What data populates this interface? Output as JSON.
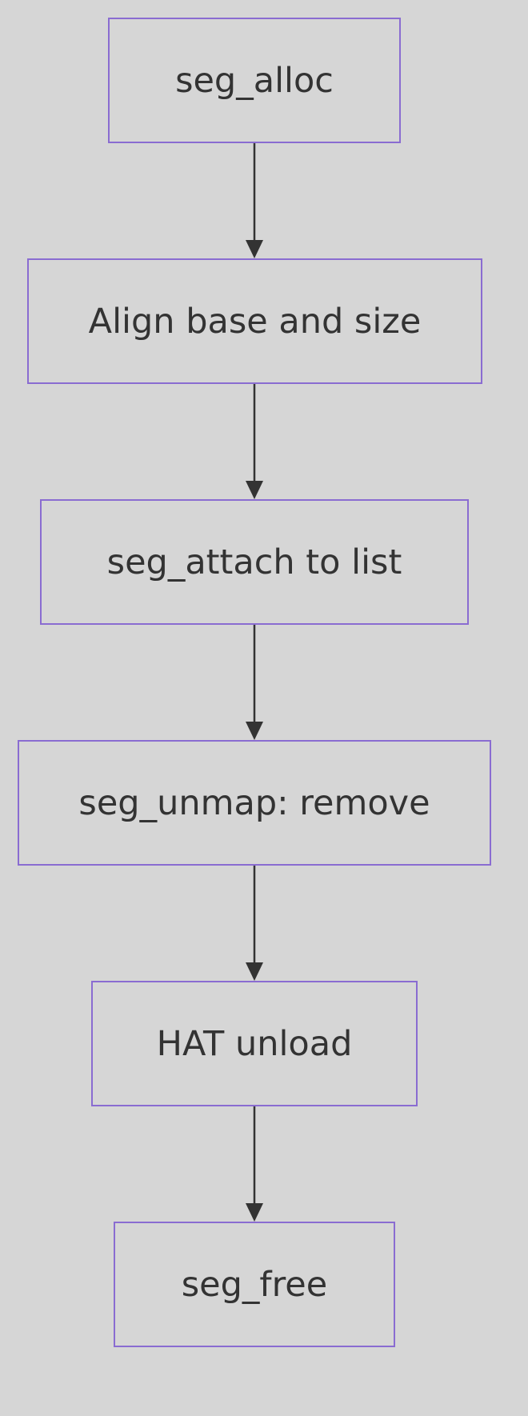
{
  "diagram": {
    "type": "flowchart",
    "direction": "top-to-bottom",
    "colors": {
      "background": "#d6d6d6",
      "node_border": "#8a6cd1",
      "text": "#333333",
      "edge": "#333333"
    },
    "nodes": [
      {
        "id": "n0",
        "label": "seg_alloc"
      },
      {
        "id": "n1",
        "label": "Align base and size"
      },
      {
        "id": "n2",
        "label": "seg_attach to list"
      },
      {
        "id": "n3",
        "label": "seg_unmap: remove"
      },
      {
        "id": "n4",
        "label": "HAT unload"
      },
      {
        "id": "n5",
        "label": "seg_free"
      }
    ],
    "edges": [
      {
        "from": "n0",
        "to": "n1"
      },
      {
        "from": "n1",
        "to": "n2"
      },
      {
        "from": "n2",
        "to": "n3"
      },
      {
        "from": "n3",
        "to": "n4"
      },
      {
        "from": "n4",
        "to": "n5"
      }
    ]
  }
}
